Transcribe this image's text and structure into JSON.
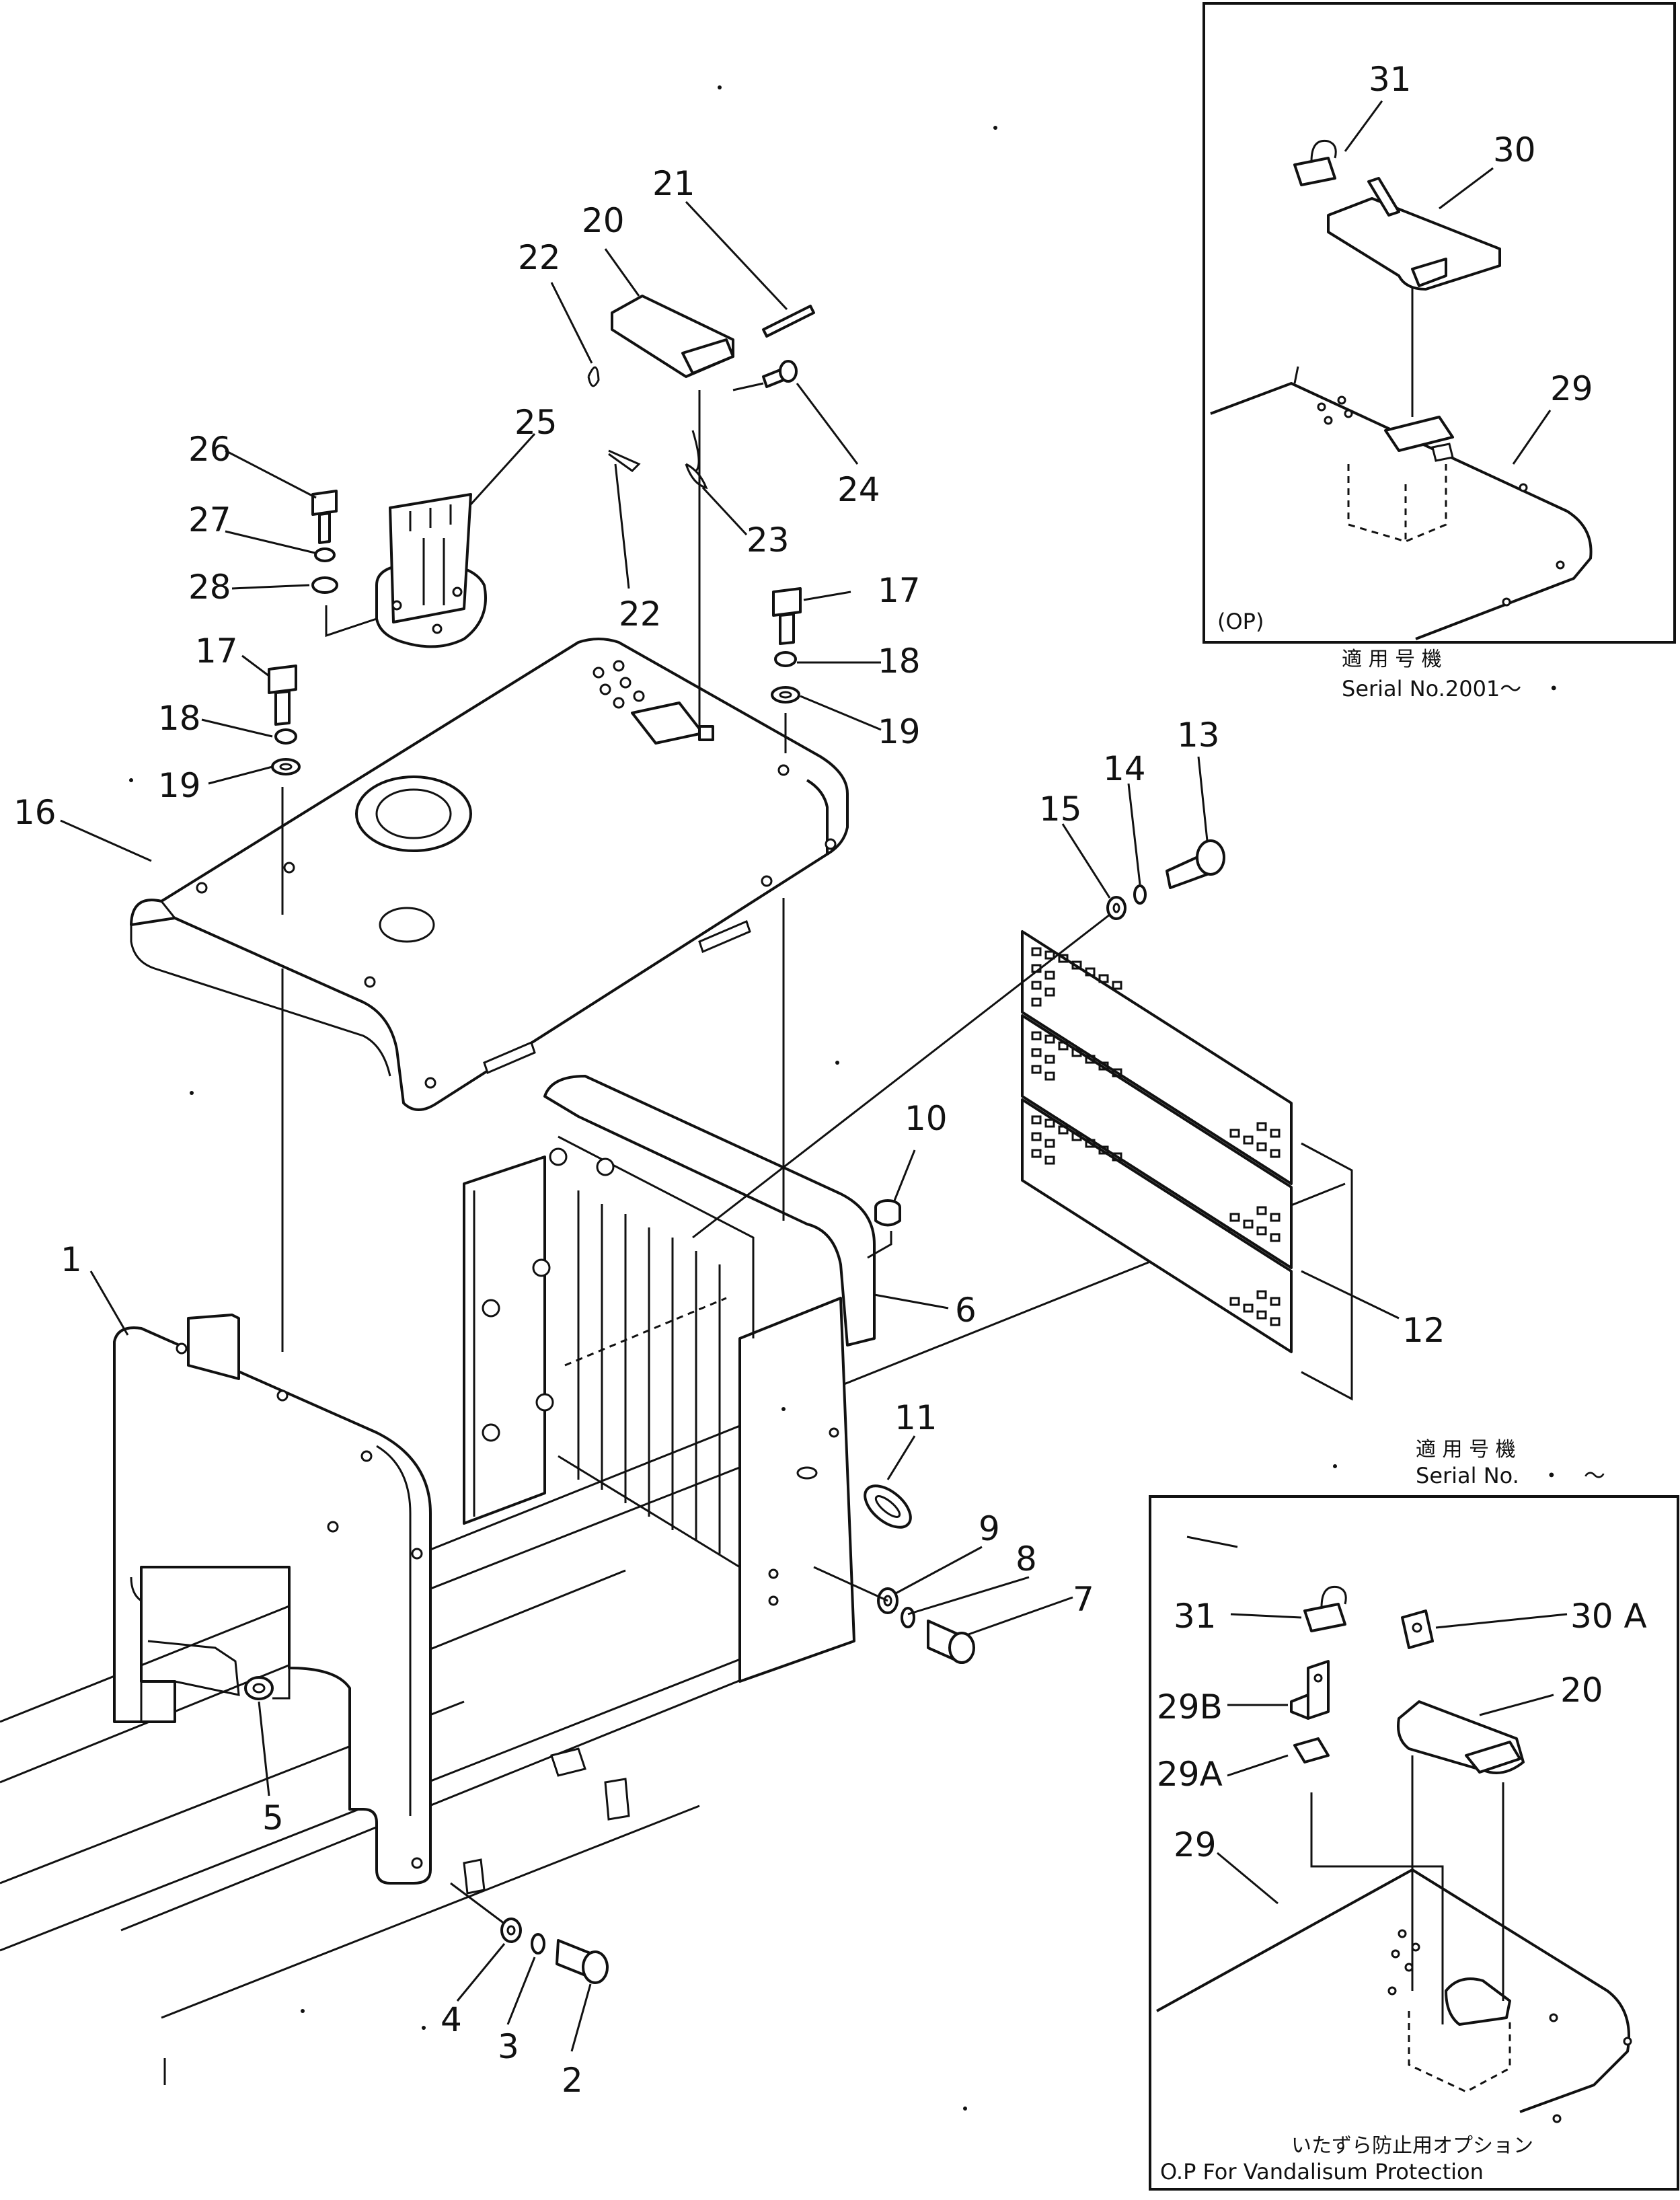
{
  "callouts": {
    "c1": "1",
    "c2": "2",
    "c3": "3",
    "c4": "4",
    "c5": "5",
    "c6": "6",
    "c7": "7",
    "c8": "8",
    "c9": "9",
    "c10": "10",
    "c11": "11",
    "c12": "12",
    "c13": "13",
    "c14": "14",
    "c15": "15",
    "c16": "16",
    "c17a": "17",
    "c17b": "17",
    "c18a": "18",
    "c18b": "18",
    "c19a": "19",
    "c19b": "19",
    "c20": "20",
    "c21": "21",
    "c22a": "22",
    "c22b": "22",
    "c23": "23",
    "c24": "24",
    "c25": "25",
    "c26": "26",
    "c27": "27",
    "c28": "28"
  },
  "inset_top": {
    "callouts": {
      "c31": "31",
      "c30": "30",
      "c29": "29"
    },
    "op_label": "(OP)",
    "applicable_jp": "適 用 号 機",
    "serial": "Serial No.2001～　・"
  },
  "inset_bottom": {
    "applicable_jp": "適 用 号 機",
    "serial": "Serial No.　・　～",
    "callouts": {
      "c31": "31",
      "c30a": "30 A",
      "c29b": "29B",
      "c20": "20",
      "c29a": "29A",
      "c29": "29"
    },
    "option_jp": "いたずら防止用オプション",
    "option_en": "O.P For Vandalisum Protection"
  }
}
